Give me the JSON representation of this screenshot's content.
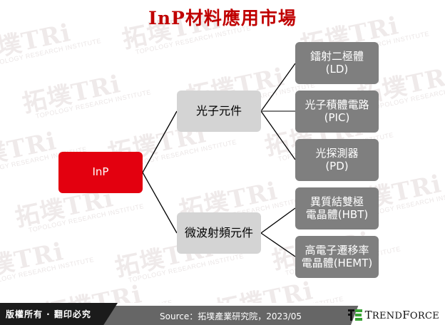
{
  "title": "InP材料應用市場",
  "watermark": {
    "brand": "拓墣TRi",
    "tagline": "TOPOLOGY RESEARCH INSTITUTE"
  },
  "diagram": {
    "root": {
      "label": "InP",
      "color": "#e3000f"
    },
    "branches": [
      {
        "label": "光子元件",
        "children": [
          {
            "line1": "鐳射二極體",
            "line2": "(LD)"
          },
          {
            "line1": "光子積體電路",
            "line2": "(PIC)"
          },
          {
            "line1": "光探測器",
            "line2": "(PD)"
          }
        ]
      },
      {
        "label": "微波射頻元件",
        "children": [
          {
            "line1": "異質結雙極",
            "line2": "電晶體(HBT)"
          },
          {
            "line1": "高電子遷移率",
            "line2": "電晶體(HEMT)"
          }
        ]
      }
    ],
    "colors": {
      "root": "#e3000f",
      "branch": "#d4d4d4",
      "leaf": "#7f7f7f",
      "connector": "#000000"
    }
  },
  "footer": {
    "copyright": "版權所有 · 翻印必究",
    "source": "Source：拓墣產業研究院，2023/05",
    "logo_text_1": "T",
    "logo_text_2": "REND",
    "logo_text_3": "F",
    "logo_text_4": "ORCE"
  }
}
